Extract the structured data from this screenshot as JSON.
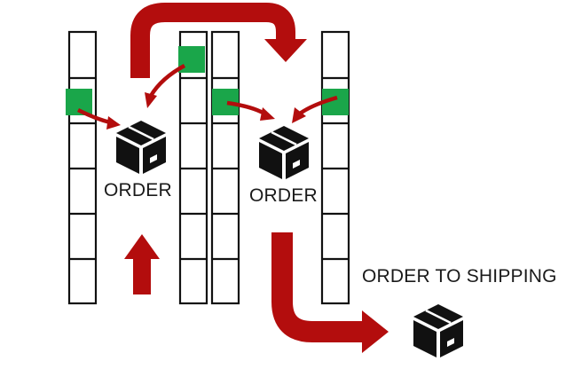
{
  "labels": {
    "order_left": "ORDER",
    "order_middle": "ORDER",
    "order_to_shipping": "ORDER TO SHIPPING"
  },
  "colors": {
    "rack_stroke": "#111111",
    "slot_highlight": "#1aa64a",
    "arrow_red": "#b30d0d",
    "box_black": "#111111"
  },
  "icons": {
    "package": "package-icon"
  }
}
